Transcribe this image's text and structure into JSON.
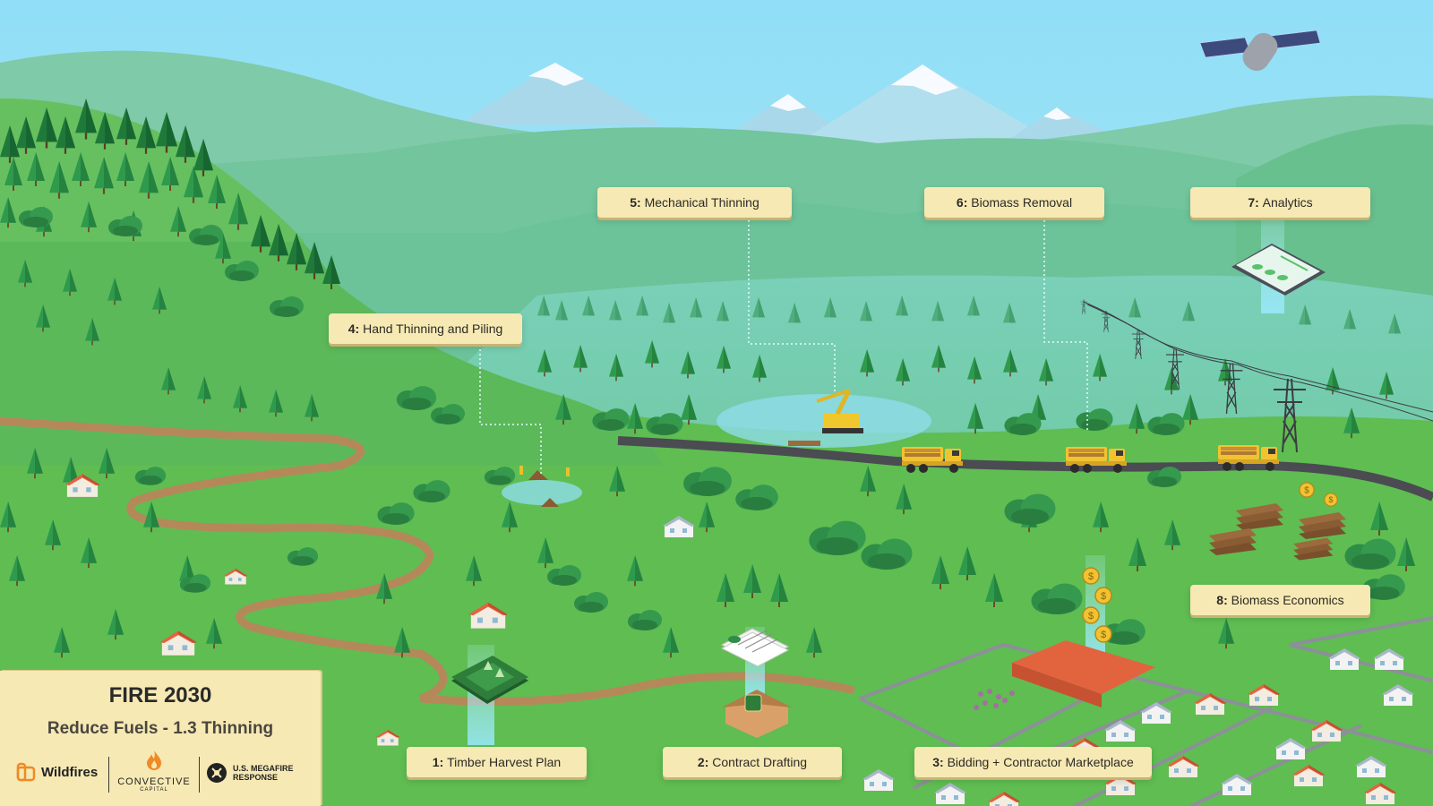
{
  "title_card": {
    "title": "FIRE 2030",
    "subtitle": "Reduce Fuels - 1.3 Thinning",
    "logos": {
      "wildfires": "Wildfires",
      "convective": "CONVECTIVE",
      "convective_sub": "CAPITAL",
      "megafire": "U.S. MEGAFIRE RESPONSE"
    }
  },
  "steps": [
    {
      "num": "1:",
      "label": "Timber Harvest Plan"
    },
    {
      "num": "2:",
      "label": "Contract Drafting"
    },
    {
      "num": "3:",
      "label": "Bidding + Contractor Marketplace"
    },
    {
      "num": "4:",
      "label": "Hand Thinning and Piling"
    },
    {
      "num": "5:",
      "label": "Mechanical Thinning"
    },
    {
      "num": "6:",
      "label": "Biomass Removal"
    },
    {
      "num": "7:",
      "label": "Analytics"
    },
    {
      "num": "8:",
      "label": "Biomass Economics"
    }
  ],
  "colors": {
    "sky": "#9fe3f7",
    "grass": "#5fbd52",
    "label_bg": "#f6e9b4",
    "road": "#4b4b52",
    "dirt_road": "#b5885a",
    "truck": "#f2c331",
    "roof": "#e2643f"
  },
  "icons": [
    "satellite-icon",
    "tablet-icon",
    "contract-document-icon",
    "map-book-icon",
    "coin-icon",
    "excavator-icon",
    "log-truck-icon",
    "power-tower-icon",
    "house-icon",
    "tree-icon"
  ]
}
